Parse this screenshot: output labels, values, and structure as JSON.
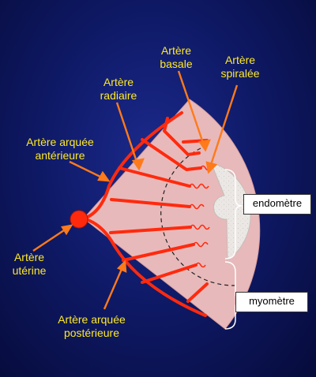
{
  "labels": {
    "arcuate_anterior": [
      "Artère arquée",
      "antérieure"
    ],
    "radial": [
      "Artère",
      "radiaire"
    ],
    "basal": [
      "Artère",
      "basale"
    ],
    "spiral": [
      "Artère",
      "spiralée"
    ],
    "uterine": [
      "Artère",
      "utérine"
    ],
    "arcuate_posterior": [
      "Artère arquée",
      "postérieure"
    ]
  },
  "boxes": {
    "endometrium": "endomètre",
    "myometrium": "myomètre"
  },
  "colors": {
    "background": "#0f1a68",
    "myometrium_tissue": "#e8b9ba",
    "endometrium_tissue": "#ebe7e4",
    "artery": "#ff2a0e",
    "pointer_arrow": "#ff7a1a",
    "label_text": "#ffe926"
  }
}
